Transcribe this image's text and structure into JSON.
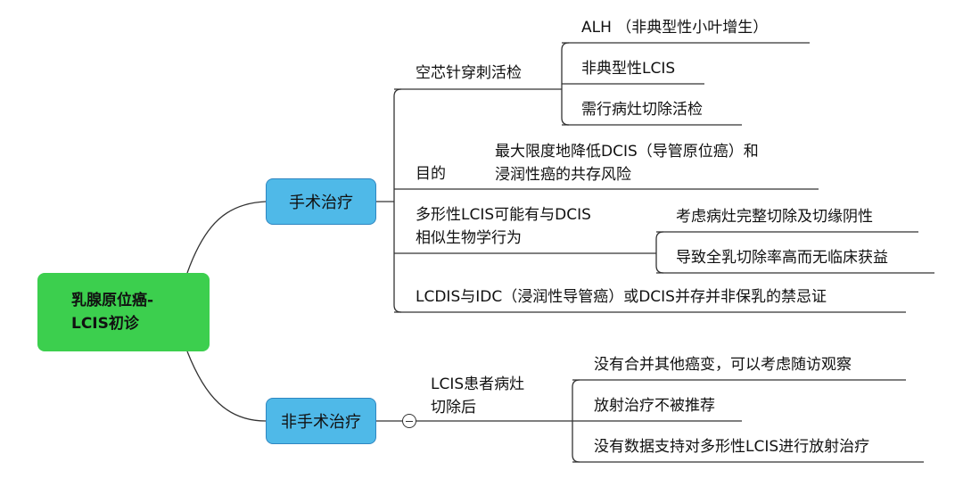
{
  "root": {
    "line1": "乳腺原位癌-",
    "line2": "LCIS初诊",
    "color": "#3ccf4e"
  },
  "surgery": {
    "label": "手术治疗",
    "core_biopsy": {
      "label": "空芯针穿刺活检",
      "children": [
        "ALH （非典型性小叶增生）",
        "非典型性LCIS",
        "需行病灶切除活检"
      ]
    },
    "goal": {
      "label": "目的",
      "text_line1": "最大限度地降低DCIS（导管原位癌）和",
      "text_line2": "浸润性癌的共存风险"
    },
    "pleomorphic": {
      "line1": "多形性LCIS可能有与DCIS",
      "line2": "相似生物学行为",
      "children": [
        "考虑病灶完整切除及切缘阴性",
        "导致全乳切除率高而无临床获益"
      ]
    },
    "contraindication": "LCDIS与IDC（浸润性导管癌）或DCIS并存并非保乳的禁忌证"
  },
  "non_surgery": {
    "label": "非手术治疗",
    "post_excision": {
      "line1": "LCIS患者病灶",
      "line2": "切除后",
      "children": [
        "没有合并其他癌变，可以考虑随访观察",
        "放射治疗不被推荐",
        "没有数据支持对多形性LCIS进行放射治疗"
      ]
    }
  },
  "colors": {
    "branch_fill": "#4fb9e8",
    "branch_border": "#2e86c1",
    "line": "#333333"
  }
}
